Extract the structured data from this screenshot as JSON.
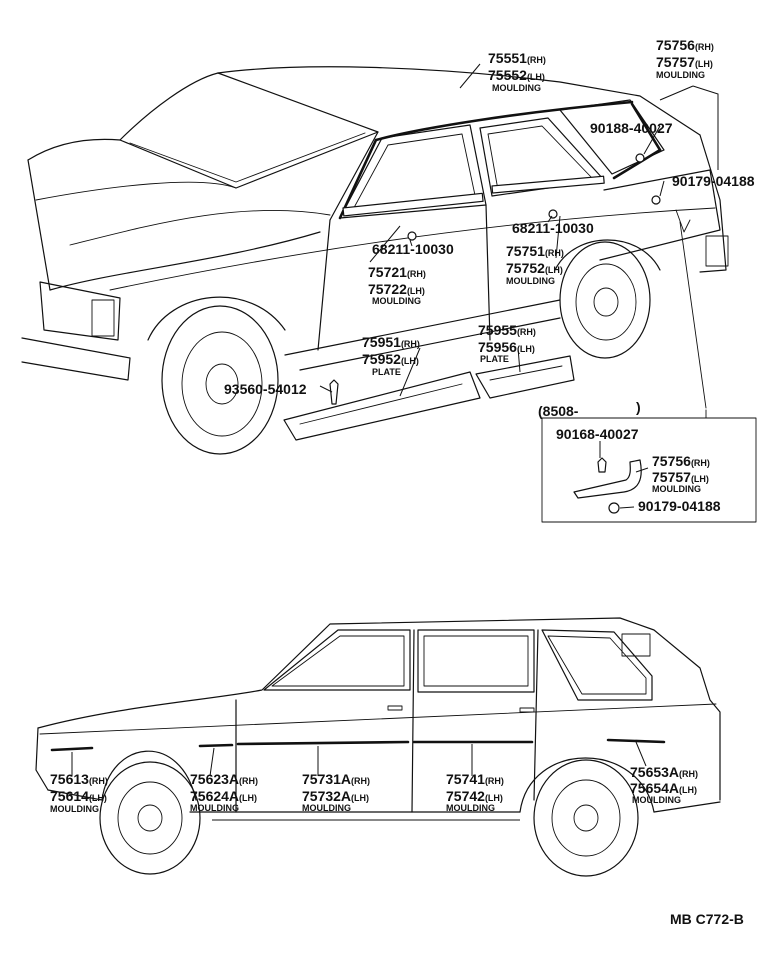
{
  "top_view": {
    "moulding_roof": {
      "rh": "75551",
      "rh_suffix": "(RH)",
      "lh": "75552",
      "lh_suffix": "(LH)",
      "name": "MOULDING"
    },
    "moulding_qtr_window": {
      "rh": "75756",
      "rh_suffix": "(RH)",
      "lh": "75757",
      "lh_suffix": "(LH)",
      "name": "MOULDING"
    },
    "screw_upper": "90188-40027",
    "clip_qtr": "90179-04188",
    "clip_front_door": "68211-10030",
    "clip_rear_door": "68211-10030",
    "moulding_rear_door_belt": {
      "rh": "75751",
      "rh_suffix": "(RH)",
      "lh": "75752",
      "lh_suffix": "(LH)",
      "name": "MOULDING"
    },
    "moulding_front_door_belt": {
      "rh": "75721",
      "rh_suffix": "(RH)",
      "lh": "75722",
      "lh_suffix": "(LH)",
      "name": "MOULDING"
    },
    "plate_front": {
      "rh": "75951",
      "rh_suffix": "(RH)",
      "lh": "75952",
      "lh_suffix": "(LH)",
      "name": "PLATE"
    },
    "plate_rear": {
      "rh": "75955",
      "rh_suffix": "(RH)",
      "lh": "75956",
      "lh_suffix": "(LH)",
      "name": "PLATE"
    },
    "screw_plate": "93560-54012"
  },
  "inset": {
    "date_label": "(8508-",
    "date_close": ")",
    "screw": "90168-40027",
    "moulding": {
      "rh": "75756",
      "rh_suffix": "(RH)",
      "lh": "75757",
      "lh_suffix": "(LH)",
      "name": "MOULDING"
    },
    "clip": "90179-04188"
  },
  "bottom_view": {
    "fender": {
      "rh": "75613",
      "rh_suffix": "(RH)",
      "lh": "75614",
      "lh_suffix": "(LH)",
      "name": "MOULDING"
    },
    "front_door_lower": {
      "rh": "75623A",
      "rh_suffix": "(RH)",
      "lh": "75624A",
      "lh_suffix": "(LH)",
      "name": "MOULDING"
    },
    "front_door_side": {
      "rh": "75731A",
      "rh_suffix": "(RH)",
      "lh": "75732A",
      "lh_suffix": "(LH)",
      "name": "MOULDING"
    },
    "rear_door_side": {
      "rh": "75741",
      "rh_suffix": "(RH)",
      "lh": "75742",
      "lh_suffix": "(LH)",
      "name": "MOULDING"
    },
    "quarter": {
      "rh": "75653A",
      "rh_suffix": "(RH)",
      "lh": "75654A",
      "lh_suffix": "(LH)",
      "name": "MOULDING"
    }
  },
  "drawing_code": "MB C772-B"
}
